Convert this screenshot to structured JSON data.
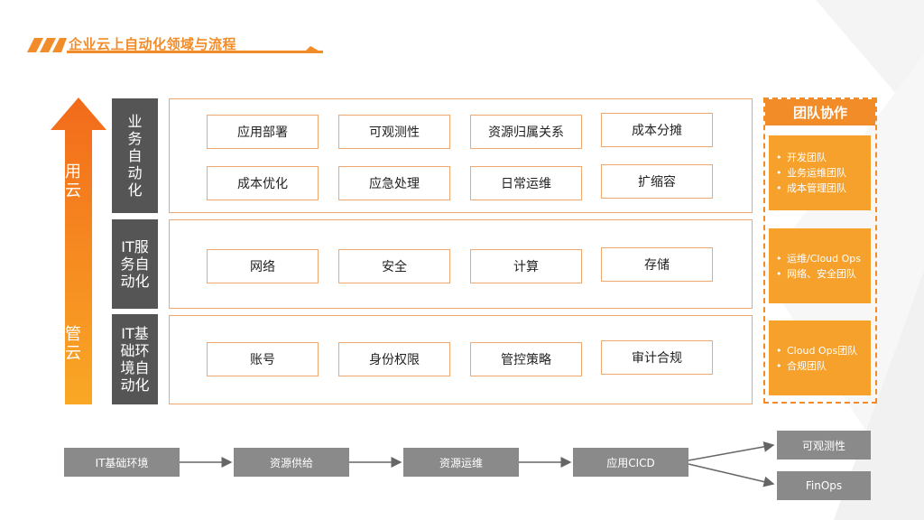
{
  "header": {
    "title": "企业云上自动化领域与流程"
  },
  "arrow": {
    "top_label": "用云",
    "bottom_label": "管云"
  },
  "categories": [
    {
      "label": "业务自动化"
    },
    {
      "label": "IT服务自动化"
    },
    {
      "label": "IT基础环境自动化"
    }
  ],
  "rows": [
    {
      "items": [
        "应用部署",
        "可观测性",
        "资源归属关系",
        "成本分摊",
        "成本优化",
        "应急处理",
        "日常运维",
        "扩缩容"
      ]
    },
    {
      "items": [
        "网络",
        "安全",
        "计算",
        "存储"
      ]
    },
    {
      "items": [
        "账号",
        "身份权限",
        "管控策略",
        "审计合规"
      ]
    }
  ],
  "team": {
    "title": "团队协作",
    "groups": [
      [
        "开发团队",
        "业务运维团队",
        "成本管理团队"
      ],
      [
        "运维/Cloud Ops",
        "网络、安全团队"
      ],
      [
        "Cloud Ops团队",
        "合规团队"
      ]
    ]
  },
  "flow": {
    "steps": [
      "IT基础环境",
      "资源供给",
      "资源运维",
      "应用CICD"
    ],
    "outputs": [
      "可观测性",
      "FinOps"
    ]
  },
  "colors": {
    "accent": "#f28c28",
    "team_box": "#f6a12c",
    "category": "#555555",
    "flow": "#8a8a8a"
  }
}
